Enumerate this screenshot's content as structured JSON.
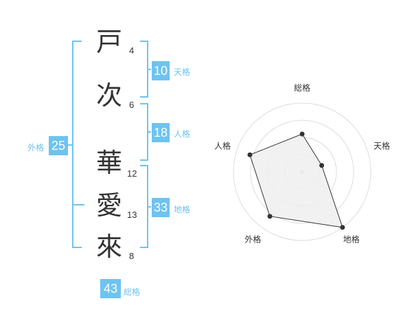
{
  "name": {
    "chars": [
      {
        "char": "戸",
        "strokes": "4"
      },
      {
        "char": "次",
        "strokes": "6"
      },
      {
        "char": "華",
        "strokes": "12"
      },
      {
        "char": "愛",
        "strokes": "13"
      },
      {
        "char": "來",
        "strokes": "8"
      }
    ]
  },
  "kaku": {
    "ten": {
      "value": "10",
      "label": "天格"
    },
    "jin": {
      "value": "18",
      "label": "人格"
    },
    "chi": {
      "value": "33",
      "label": "地格"
    },
    "gai": {
      "value": "25",
      "label": "外格"
    },
    "sou": {
      "value": "43",
      "label": "総格"
    }
  },
  "chart_data": {
    "type": "radar",
    "axes": [
      "総格",
      "天格",
      "地格",
      "外格",
      "人格"
    ],
    "values": [
      0.55,
      0.3,
      1.0,
      0.8,
      0.8
    ],
    "max": 1.0,
    "rings": 4,
    "fill_color": "#eeeeee",
    "line_color": "#333333"
  },
  "colors": {
    "accent": "#6ec3f0",
    "text": "#333333"
  }
}
